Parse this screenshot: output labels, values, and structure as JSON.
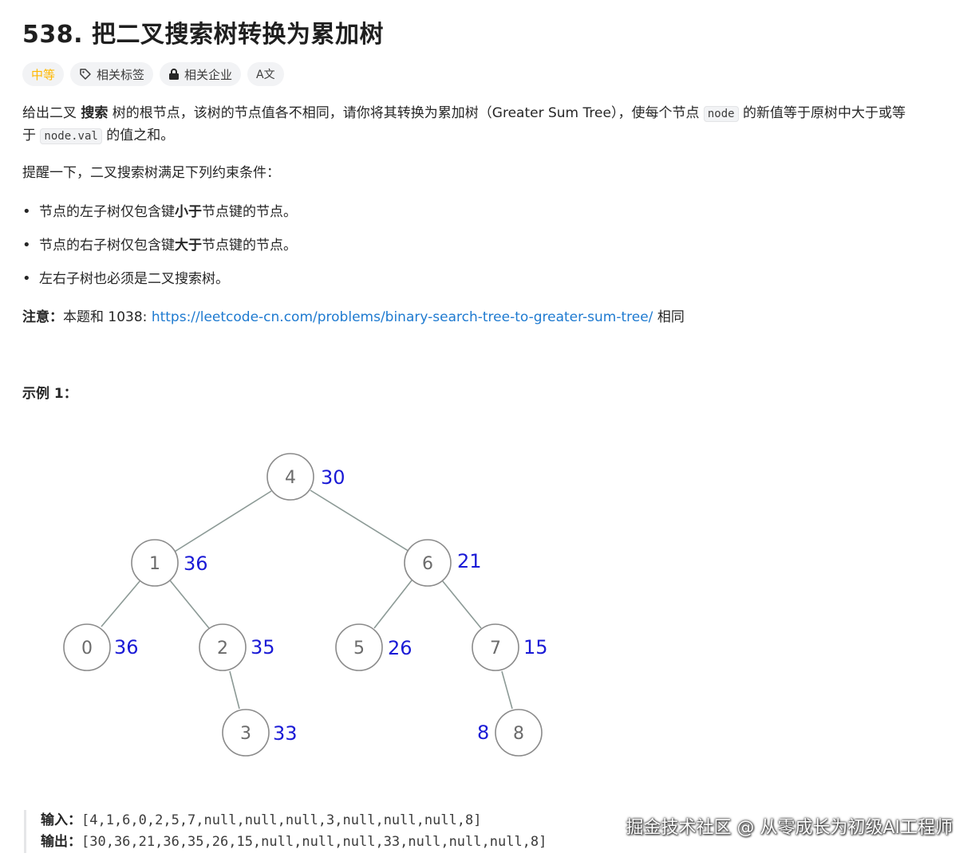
{
  "problem": {
    "title": "538. 把二叉搜索树转换为累加树",
    "difficulty": "中等",
    "tags": {
      "related_tags": "相关标签",
      "related_companies": "相关企业",
      "translate": "A文"
    },
    "desc": {
      "p1_a": "给出二叉 ",
      "p1_bold": "搜索",
      "p1_b": " 树的根节点，该树的节点值各不相同，请你将其转换为累加树（Greater Sum Tree），使每个节点 ",
      "p1_code1": "node",
      "p1_c": " 的新值等于原树中大于或等",
      "p1_d": "于 ",
      "p1_code2": "node.val",
      "p1_e": " 的值之和。"
    },
    "reminder": "提醒一下，二叉搜索树满足下列约束条件：",
    "rules": [
      {
        "pre": "节点的左子树仅包含键 ",
        "bold": "小于",
        "post": " 节点键的节点。"
      },
      {
        "pre": "节点的右子树仅包含键 ",
        "bold": "大于",
        "post": " 节点键的节点。"
      },
      {
        "pre": "左右子树也必须是二叉搜索树。",
        "bold": "",
        "post": ""
      }
    ],
    "note": {
      "label": "注意：",
      "text": "本题和 1038: ",
      "link": "https://leetcode-cn.com/problems/binary-search-tree-to-greater-sum-tree/",
      "tail": " 相同"
    },
    "example_title": "示例 1：",
    "tree_nodes": [
      {
        "val": "4",
        "sum": "30"
      },
      {
        "val": "1",
        "sum": "36"
      },
      {
        "val": "6",
        "sum": "21"
      },
      {
        "val": "0",
        "sum": "36"
      },
      {
        "val": "2",
        "sum": "35"
      },
      {
        "val": "5",
        "sum": "26"
      },
      {
        "val": "7",
        "sum": "15"
      },
      {
        "val": "3",
        "sum": "33"
      },
      {
        "val": "8",
        "sum": "8"
      }
    ],
    "input_label": "输入：",
    "input_value": "[4,1,6,0,2,5,7,null,null,null,3,null,null,null,8]",
    "output_label": "输出：",
    "output_value": "[30,36,21,36,35,26,15,null,null,null,33,null,null,null,8]"
  },
  "watermark": "掘金技术社区 @ 从零成长为初级AI工程师",
  "colors": {
    "difficulty": "#ffb800",
    "link": "#1e7ad0",
    "sum_label": "#1a1ad6",
    "node_stroke": "#8a8a8a",
    "edge": "#8c9a96"
  }
}
